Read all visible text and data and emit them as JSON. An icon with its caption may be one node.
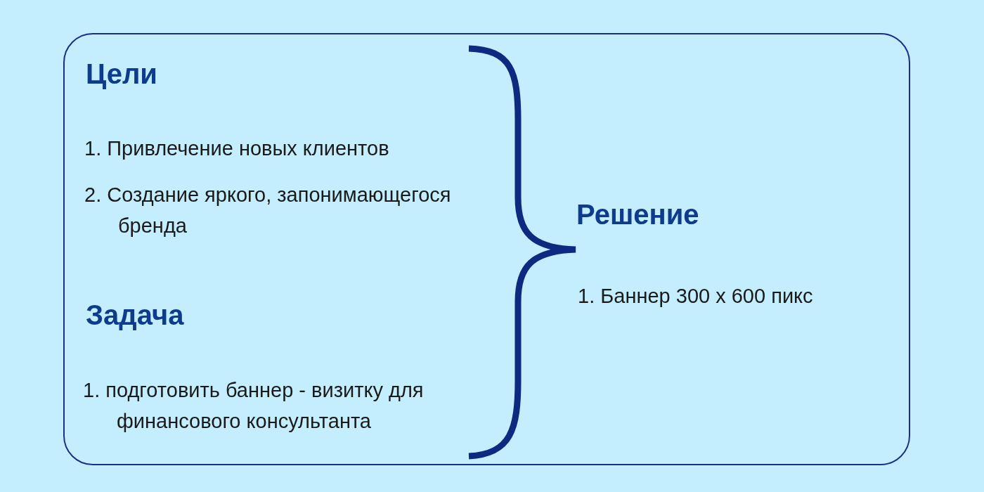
{
  "diagram": {
    "nodes": [
      {
        "text": [
          "Цели",
          "1. Привлечение новых клиентов",
          "2. Создание яркого, запонимающегося бренда",
          "Задача",
          "1. подготовить баннер - визитку для финансового консультанта",
          "Решение",
          "1. Баннер 300 x 600 пикс"
        ]
      }
    ]
  }
}
